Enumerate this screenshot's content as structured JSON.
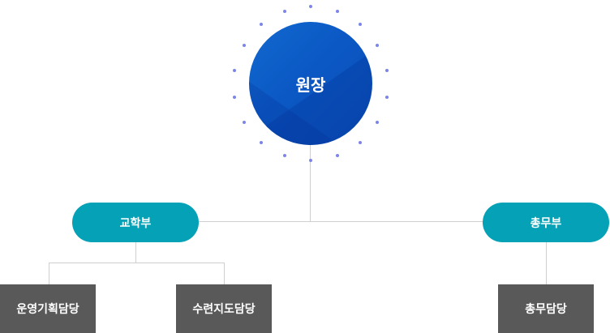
{
  "org_chart": {
    "director": {
      "label": "원장"
    },
    "departments": [
      {
        "label": "교학부",
        "units": [
          {
            "label": "운영기획담당"
          },
          {
            "label": "수련지도담당"
          }
        ]
      },
      {
        "label": "총무부",
        "units": [
          {
            "label": "총무담당"
          }
        ]
      }
    ]
  },
  "colors": {
    "director_fill": "#0b58c4",
    "department_fill": "#05a1b6",
    "unit_fill": "#595959",
    "connector_line": "#cfcfcf",
    "dot_accent": "#7b86e8",
    "text_on_fill": "#ffffff"
  }
}
